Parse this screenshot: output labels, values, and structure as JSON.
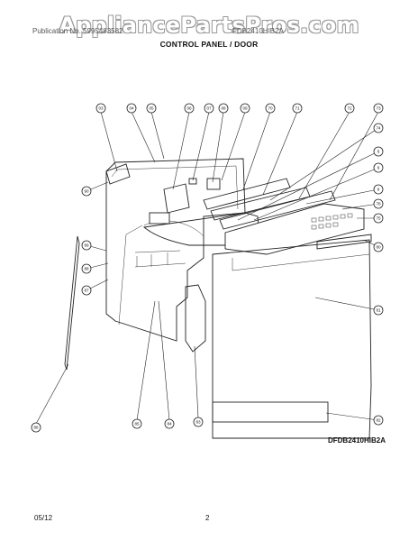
{
  "watermark": "AppliancePartsPros.com",
  "header": {
    "left": "Publication No. 5995483582",
    "right": "FDB2410HIB2A",
    "title": "CONTROL PANEL / DOOR"
  },
  "model_label": "DFDB2410HIB2A",
  "footer": {
    "date": "05/12",
    "page": "2"
  },
  "callouts": [
    {
      "num": "03"
    },
    {
      "num": "04"
    },
    {
      "num": "05"
    },
    {
      "num": "06"
    },
    {
      "num": "07"
    },
    {
      "num": "08"
    },
    {
      "num": "09"
    },
    {
      "num": "70"
    },
    {
      "num": "71"
    },
    {
      "num": "72"
    },
    {
      "num": "73"
    },
    {
      "num": "74"
    },
    {
      "num": "6"
    },
    {
      "num": "6"
    },
    {
      "num": "9"
    },
    {
      "num": "78"
    },
    {
      "num": "75"
    },
    {
      "num": "80"
    },
    {
      "num": "81"
    },
    {
      "num": "82"
    },
    {
      "num": "83"
    },
    {
      "num": "84"
    },
    {
      "num": "85"
    },
    {
      "num": "86"
    },
    {
      "num": "87"
    },
    {
      "num": "88"
    },
    {
      "num": "89"
    },
    {
      "num": "90"
    }
  ]
}
